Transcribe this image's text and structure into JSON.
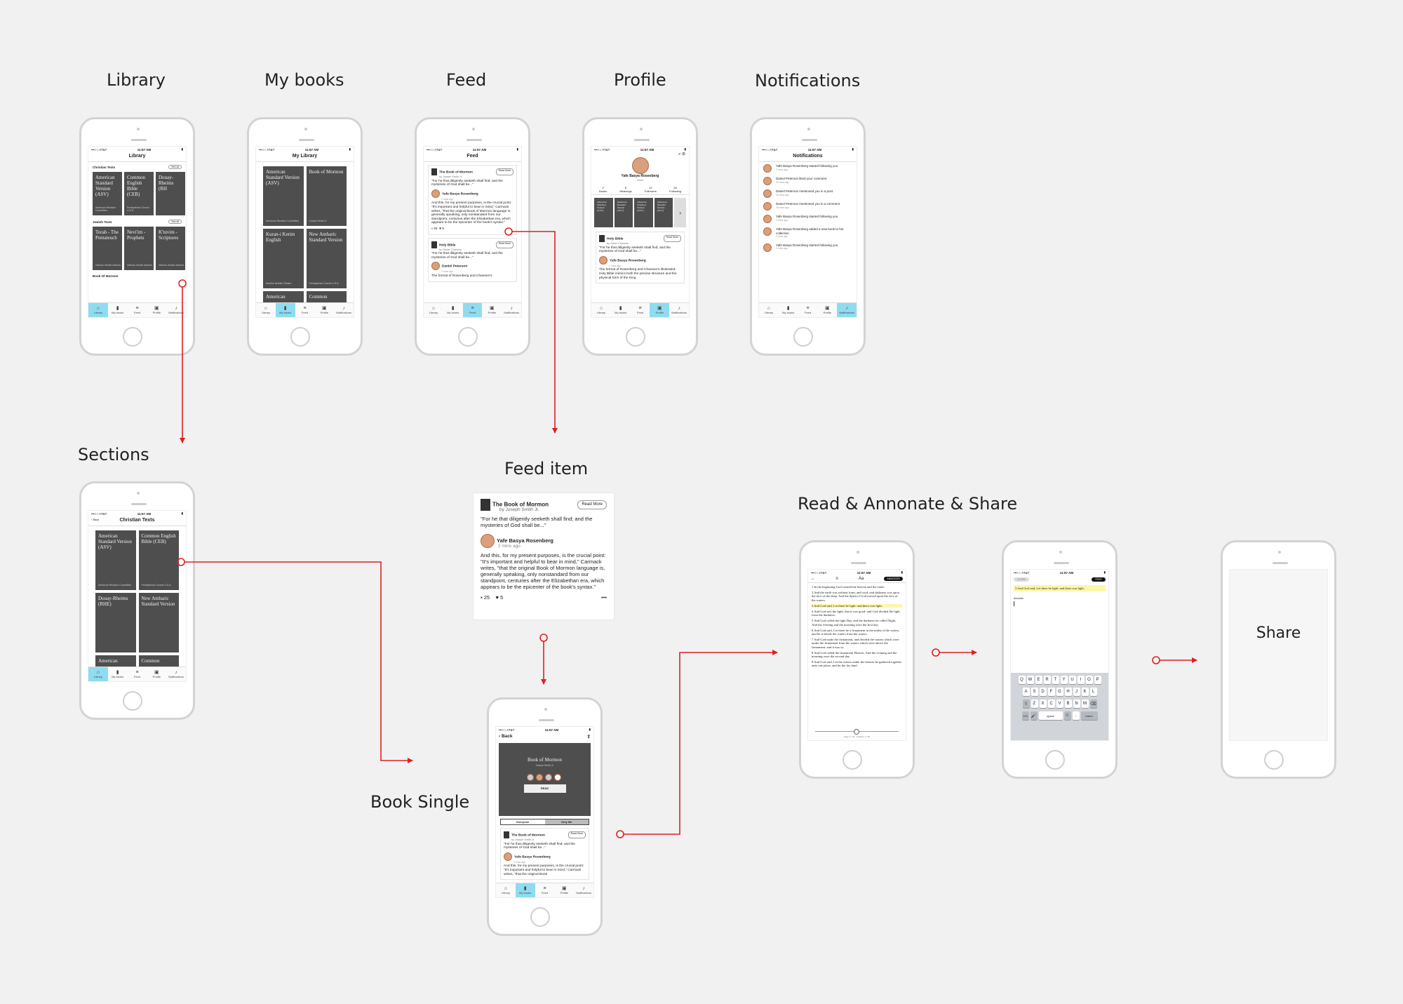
{
  "titles": {
    "library": "Library",
    "my_books": "My books",
    "feed": "Feed",
    "profile": "Profile",
    "notifications": "Notifications",
    "sections": "Sections",
    "feed_item": "Feed item",
    "book_single": "Book Single",
    "read_annotate_share": "Read & Annonate & Share"
  },
  "status_bar": {
    "carrier": "•••○○ AT&T",
    "time": "11:57 AM",
    "battery": "▮"
  },
  "tabbar": [
    "Library",
    "My books",
    "Feed",
    "Profile",
    "Notifications"
  ],
  "icons": [
    "home-icon",
    "books-icon",
    "list-icon",
    "profile-icon",
    "bell-icon"
  ],
  "library_screen": {
    "title": "Library",
    "see_all": "See all",
    "sections": [
      {
        "label": "Christian Texts",
        "books": [
          {
            "title": "American Standard Version (ASV)",
            "sub": "American Revision Committee"
          },
          {
            "title": "Common English Bible (CEB)",
            "sub": "Presbyterian Church U.S.A."
          },
          {
            "title": "Douay-Rheims (RH",
            "sub": ""
          }
        ]
      },
      {
        "label": "Jewish Texts",
        "books": [
          {
            "title": "Torah - The Pentateuch",
            "sub": "Various Jewish authors"
          },
          {
            "title": "Nevi'im - Prophets",
            "sub": "Various Jewish authors"
          },
          {
            "title": "K'tuvim - Scriptures",
            "sub": "Various Jewish authors"
          }
        ]
      },
      {
        "label": "Book Of Mormon",
        "books": []
      }
    ]
  },
  "my_library_screen": {
    "title": "My Library",
    "books": [
      {
        "title": "American Standard Version (ASV)",
        "sub": "American Revision Committee"
      },
      {
        "title": "Book of Mormon",
        "sub": "Joseph Smith Jr."
      },
      {
        "title": "Kuran-i Kerim English",
        "sub": "Ibrahim Ibrahim Gilnam"
      },
      {
        "title": "New Amharic Standard Version",
        "sub": "Presbyterian Church U.S.A."
      },
      {
        "title": "American",
        "sub": ""
      },
      {
        "title": "Common",
        "sub": ""
      }
    ]
  },
  "feed_screen": {
    "title": "Feed",
    "cards": [
      {
        "book": "The Book of Mormon",
        "author": "by Joseph Smith Jr.",
        "read_more": "Read More",
        "quote": "\"For he that diligently seeketh shall find; and the mysteries of God shall be...\"",
        "user": "Yafe Basya Rosenberg",
        "time": "2 mins ago",
        "comment": "And this, for my present purposes, is the crucial point: \"It's important and helpful to bear in mind,\" Carmack writes, \"that the original Book of Mormon language is, generally speaking, only nonstandard from our standpoint, centuries after the Elizabethan era, which appears to be the epicenter of the book's syntax.\"",
        "comments": "25",
        "likes": "5"
      },
      {
        "book": "Holy Bible",
        "author": "by Olivier Chanson",
        "read_more": "Read More",
        "quote": "\"For he that diligently seeketh shall find; and the mysteries of God shall be...\"",
        "user": "Daniel Peterson",
        "time": "2 mins ago",
        "comment": "The format of Rosenberg and Chanson's",
        "comments": "",
        "likes": ""
      }
    ]
  },
  "profile_screen": {
    "name": "Yafe Basya Rosenberg",
    "location": "Israel",
    "stats": [
      {
        "n": "2",
        "label": "Books"
      },
      {
        "n": "8",
        "label": "Meanings"
      },
      {
        "n": "12",
        "label": "Followers"
      },
      {
        "n": "28",
        "label": "Following"
      }
    ],
    "books": [
      "American Standard Version (ASV)",
      "American Standard Version (ASV)",
      "American Standard Version (ASV)",
      "American Standard Version (ASV)"
    ],
    "card_book": "Holy Bible",
    "card_author": "by Oliver Chanson",
    "read_more": "Read More",
    "card_quote": "\"For he that diligently seeketh shall find; and the mysteries of God shall be...\"",
    "card_user": "Yafe Basya Rosenberg",
    "card_time": "2 mins ago",
    "card_comment": "The format of Rosenberg and Chanson's illustrated Holy Bible mimics both the precise structure and the physical form of the King"
  },
  "notifications_screen": {
    "title": "Notifications",
    "items": [
      {
        "text": "Yafe Basya Rosenberg started following you",
        "time": "2 mins ago"
      },
      {
        "text": "Daniel Peterson liked your comment",
        "time": "16 mins ago"
      },
      {
        "text": "Daniel Peterson mentioned you in a post",
        "time": "18 mins ago"
      },
      {
        "text": "Daniel Peterson mentioned you in a comment",
        "time": "18 mins ago"
      },
      {
        "text": "Yafe Basya Rosenberg started following you",
        "time": "2 mins ago"
      },
      {
        "text": "Yafe Basya Rosenberg added a new book to her collection",
        "time": "2 mins ago"
      },
      {
        "text": "Yafe Basya Rosenberg started following you",
        "time": "2 mins ago"
      }
    ]
  },
  "sections_screen": {
    "back": "Back",
    "title": "Christian Texts",
    "books": [
      {
        "title": "American Standard Version (ASV)",
        "sub": "American Revision Committee"
      },
      {
        "title": "Common English Bible (CEB)",
        "sub": "Presbyterian Church U.S.A."
      },
      {
        "title": "Douay-Rheims (RHE)",
        "sub": ""
      },
      {
        "title": "New Amharic Standard Version",
        "sub": ""
      },
      {
        "title": "American",
        "sub": ""
      },
      {
        "title": "Common",
        "sub": ""
      }
    ]
  },
  "feed_item": {
    "book": "The Book of Mormon",
    "author": "by Joseph Smith Jr.",
    "read_more": "Read More",
    "quote": "\"For he that diligently seeketh shall find; and the mysteries of God shall be...\"",
    "user": "Yafe Basya Rosenberg",
    "time": "2 mins ago",
    "comment": "And this, for my present purposes, is the crucial point: \"It's important and helpful to bear in mind,\" Carmack writes, \"that the original Book of Mormon language is, generally speaking, only nonstandard from our standpoint, centuries after the Elizabethan era, which appears to be the epicenter of the book's syntax.\"",
    "comments": "25",
    "likes": "5",
    "more": "•••"
  },
  "book_single": {
    "back": "Back",
    "title": "Book of Mormon",
    "author": "Joseph Smith Jr.",
    "read": "READ",
    "seg": [
      "Everyone",
      "Only Me"
    ],
    "card_book": "The Book of Mormon",
    "card_author": "by Joseph Smith Jr.",
    "read_more": "Read More",
    "card_quote": "\"For he that diligently seeketh shall find; and the mysteries of God shall be...\"",
    "card_user": "Yafe Basya Rosenberg",
    "card_time": "2 mins ago",
    "card_comment": "And this, for my present purposes, is the crucial point: \"It's important and helpful to bear in mind,\" Carmack writes, \"that the original Book"
  },
  "reader": {
    "aa": "Aa",
    "annotate": "ANNOTATE",
    "verses": [
      "1 In the beginning God created the heaven and the earth.",
      "2 And the earth was without form, and void; and darkness was upon the face of the deep. And the Spirit of God moved upon the face of the waters.",
      "3 And God said, Let there be light: and there was light.",
      "4 And God saw the light, that it was good: and God divided the light from the darkness.",
      "5 And God called the light Day, and the darkness he called Night. And the evening and the morning were the first day.",
      "6 And God said, Let there be a firmament in the midst of the waters, and let it divide the waters from the waters.",
      "7 And God made the firmament, and divided the waters which were under the firmament from the waters which were above the firmament: and it was so.",
      "8 And God called the firmament Heaven. And the evening and the morning were the second day.",
      "9 And God said, Let the waters under the heaven be gathered together unto one place, and let the dry land"
    ],
    "page": "Page 1 / 40 · Chapter 1 / 50"
  },
  "annotate": {
    "close": "CLOSE",
    "post": "POST",
    "highlight": "3 And God said, Let there be light: and there was light.",
    "label": "Annotate",
    "rows": [
      [
        "Q",
        "W",
        "E",
        "R",
        "T",
        "Y",
        "U",
        "I",
        "O",
        "P"
      ],
      [
        "A",
        "S",
        "D",
        "F",
        "G",
        "H",
        "J",
        "K",
        "L"
      ],
      [
        "Z",
        "X",
        "C",
        "V",
        "B",
        "N",
        "M"
      ]
    ],
    "k123": "123",
    "space": "space",
    "return": "return",
    "dot": "."
  },
  "share": {
    "label": "Share"
  },
  "colors": {
    "arrow": "#e02020",
    "book": "#4e4e4e",
    "active_tab": "#8fdcf0",
    "highlight": "#fdf6a8"
  }
}
